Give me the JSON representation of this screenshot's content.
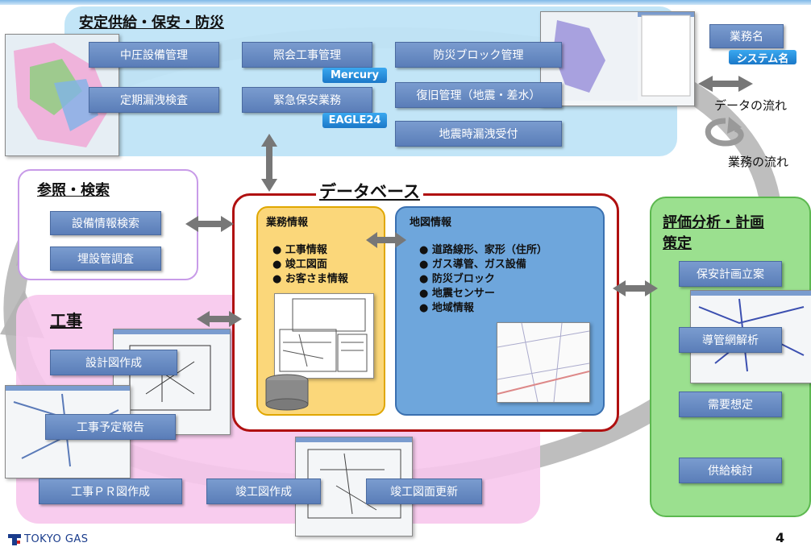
{
  "sections": {
    "supply": {
      "title": "安定供給・保安・防災",
      "items": [
        "中圧設備管理",
        "照会工事管理",
        "防災ブロック管理",
        "定期漏洩検査",
        "緊急保安業務",
        "復旧管理（地震・差水）",
        "地震時漏洩受付"
      ],
      "tags": [
        "Mercury",
        "EAGLE24"
      ]
    },
    "search": {
      "title": "参照・検索",
      "items": [
        "設備情報検索",
        "埋設管調査"
      ]
    },
    "construction": {
      "title": "工事",
      "items": [
        "設計図作成",
        "工事予定報告",
        "工事ＰＲ図作成",
        "竣工図作成",
        "竣工図面更新"
      ]
    },
    "analysis": {
      "title": "評価分析・計画策定",
      "title_line1": "評価分析・計画",
      "title_line2": "策定",
      "items": [
        "保安計画立案",
        "導管網解析",
        "需要想定",
        "供給検討"
      ]
    },
    "database": {
      "title": "データベース",
      "business": {
        "title": "業務情報",
        "bullets": [
          "工事情報",
          "竣工図面",
          "お客さま情報"
        ]
      },
      "map": {
        "title": "地図情報",
        "bullets": [
          "道路線形、家形（住所）",
          "ガス導管、ガス設備",
          "防災ブロック",
          "地震センサー",
          "地域情報"
        ]
      }
    }
  },
  "legend": {
    "business_name": "業務名",
    "system_name": "システム名",
    "data_flow": "データの流れ",
    "business_flow": "業務の流れ"
  },
  "footer": {
    "company": "TOKYO GAS",
    "page_number": "4"
  },
  "colors": {
    "supply_bg": "#bfe4f7",
    "search_border": "#c89be8",
    "construction_bg": "#f7c6ec",
    "analysis_bg": "#9be08f",
    "database_border": "#b01010",
    "business_bg": "#fbd77a",
    "map_bg": "#6ea6dc",
    "box": "#6a8cc4"
  }
}
